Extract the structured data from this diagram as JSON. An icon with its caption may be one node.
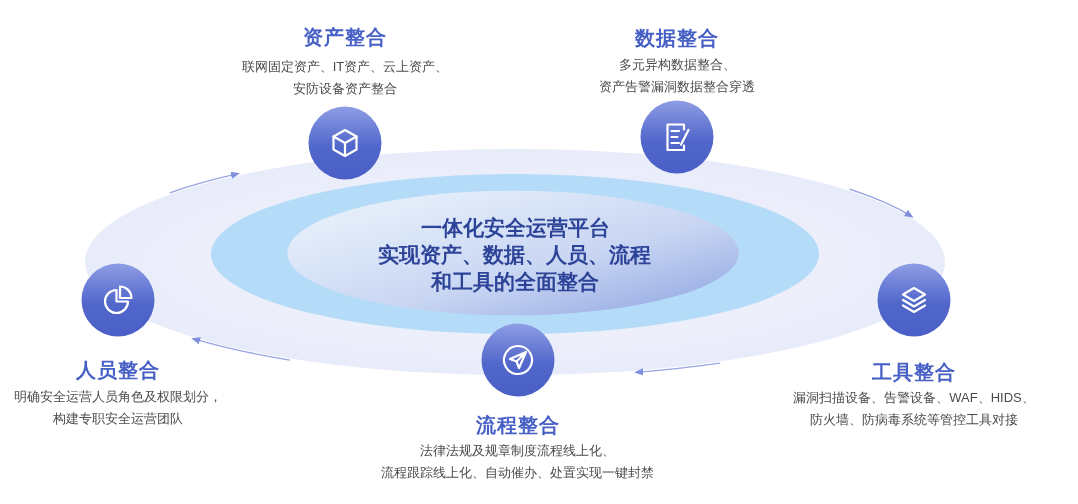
{
  "diagram": {
    "nodes": [
      {
        "text": [
          "资产整合",
          "联网固定资产、IT资产、云上资产、安防设备资产整合"
        ]
      },
      {
        "text": [
          "数据整合",
          "多元异构数据整合、资产告警漏洞数据整合穿透"
        ]
      },
      {
        "text": [
          "一体化安全运营平台",
          "实现资产、数据、人员、流程和工具的全面整合"
        ]
      },
      {
        "text": [
          "人员整合",
          "明确安全运营人员角色及权限划分，构建专职安全运营团队"
        ]
      },
      {
        "text": [
          "工具整合",
          "漏洞扫描设备、告警设备、WAF、HIDS、防火墙、防病毒系统等管控工具对接"
        ]
      },
      {
        "text": [
          "流程整合",
          "法律法规及规章制度流程线上化、流程跟踪线上化、自动催办、处置实现一键封禁"
        ]
      }
    ]
  }
}
